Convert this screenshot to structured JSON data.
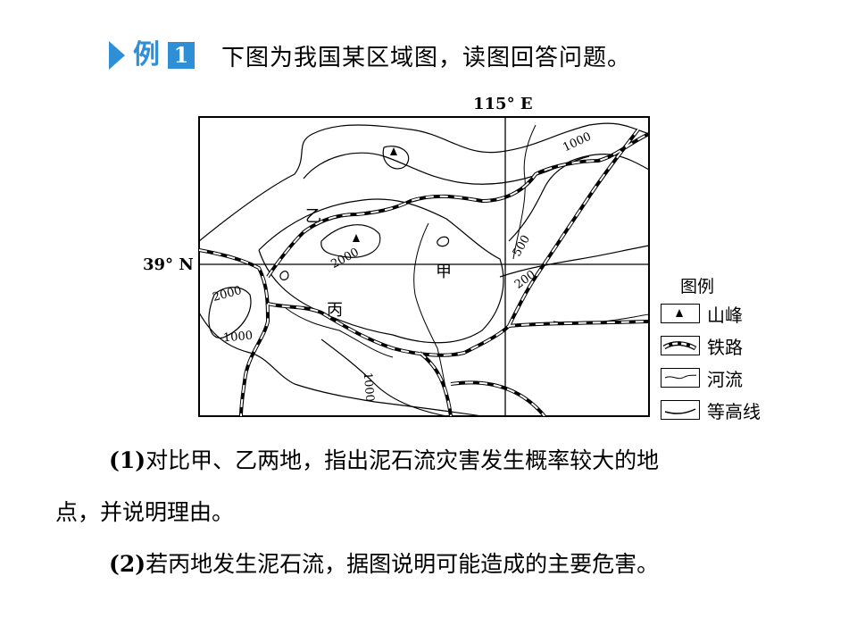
{
  "example": {
    "word": "例",
    "number": "1"
  },
  "title": "下图为我国某区域图，读图回答问题。",
  "map": {
    "longitude_label": "115° E",
    "latitude_label": "39° N",
    "places": {
      "jia": "甲",
      "yi": "乙",
      "bing": "丙"
    },
    "contours": [
      "1000",
      "500",
      "200",
      "2000",
      "2000",
      "1000",
      "1000"
    ]
  },
  "legend": {
    "title": "图例",
    "items": [
      {
        "icon": "peak-icon",
        "label": "山峰"
      },
      {
        "icon": "railway-icon",
        "label": "铁路"
      },
      {
        "icon": "river-icon",
        "label": "河流"
      },
      {
        "icon": "contour-icon",
        "label": "等高线"
      }
    ]
  },
  "questions": [
    {
      "num": "(1)",
      "line1": "对比甲、乙两地，指出泥石流灾害发生概率较大的地",
      "line2": "点，并说明理由。"
    },
    {
      "num": "(2)",
      "line1": "若丙地发生泥石流，据图说明可能造成的主要危害。"
    }
  ]
}
